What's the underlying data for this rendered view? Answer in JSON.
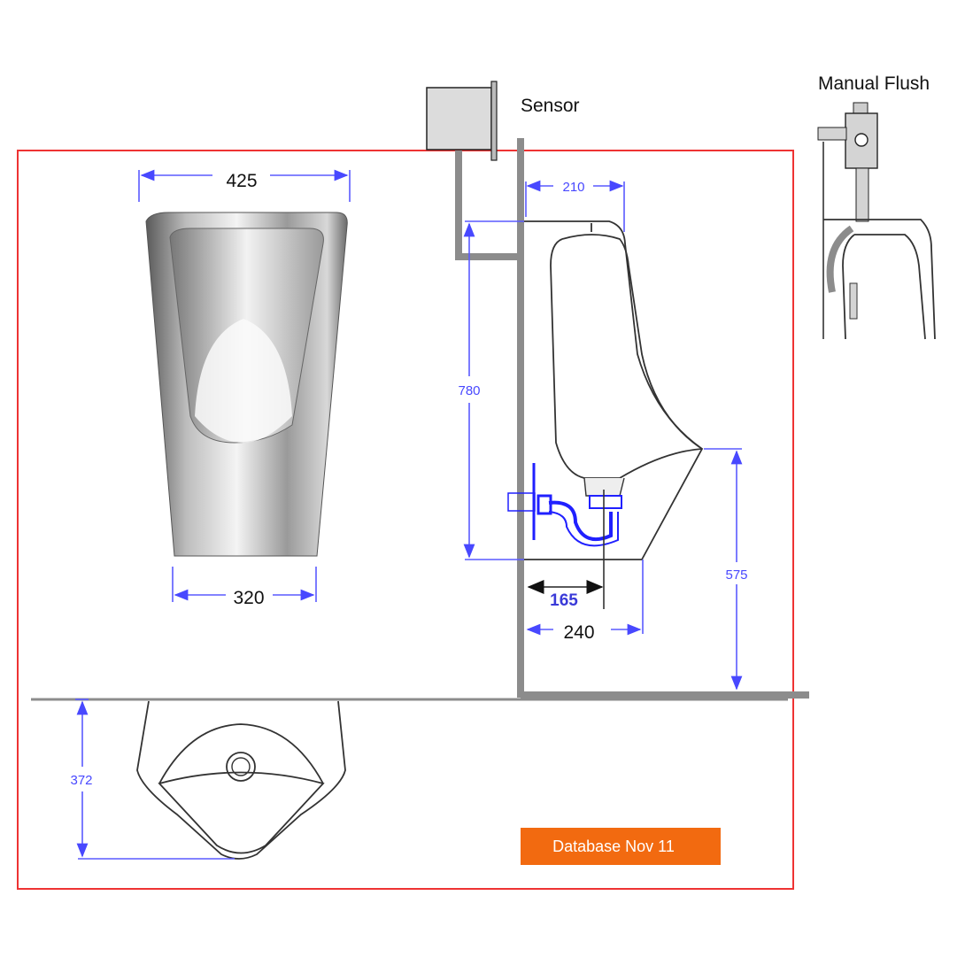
{
  "labels": {
    "sensor": "Sensor",
    "manual_flush": "Manual Flush"
  },
  "dimensions": {
    "top_width": "425",
    "bottom_width": "320",
    "depth_top": "210",
    "height_total": "780",
    "trap_offset": "165",
    "depth_bottom": "240",
    "rim_height": "575",
    "plan_depth": "372"
  },
  "badge": {
    "text": "Database Nov 11",
    "color": "#f26a10"
  },
  "colors": {
    "frame": "#ee3333",
    "dimension": "#4848ff",
    "wall": "#8c8c8c"
  }
}
